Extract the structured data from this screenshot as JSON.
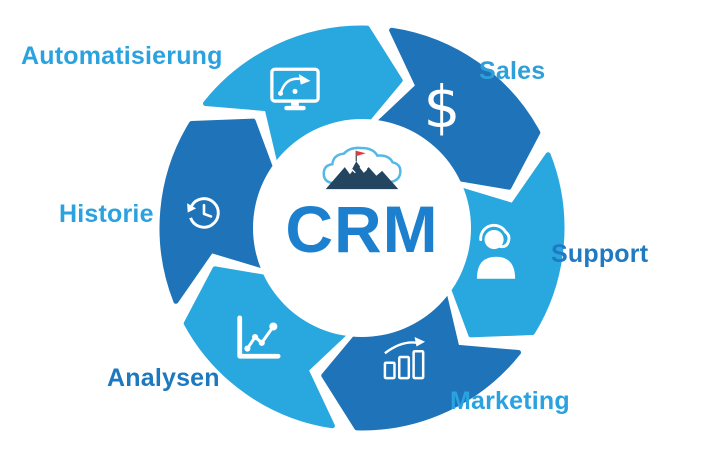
{
  "diagram": {
    "center": {
      "label": "CRM",
      "label_color": "#1C80CE",
      "logo": {
        "name": "cloud-mountain-flag-logo",
        "cloud_stroke": "#56B8E6",
        "mountain_color": "#24455F",
        "flag_color": "#E23B3F"
      }
    },
    "segments": [
      {
        "label": "Automatisierung",
        "icon": "monitor-automation-icon",
        "segment_color": "#29A8E0",
        "label_color": "#2BA2E0",
        "mid_bearing": 338
      },
      {
        "label": "Sales",
        "icon": "dollar-icon",
        "segment_color": "#1E73B9",
        "label_color": "#2E9FD9",
        "mid_bearing": 38
      },
      {
        "label": "Support",
        "icon": "support-agent-icon",
        "segment_color": "#29A8E0",
        "label_color": "#1E7AC2",
        "mid_bearing": 98
      },
      {
        "label": "Marketing",
        "icon": "growth-bars-arrow-icon",
        "segment_color": "#1E73B9",
        "label_color": "#2BA2E0",
        "mid_bearing": 158
      },
      {
        "label": "Analysen",
        "icon": "line-chart-dots-icon",
        "segment_color": "#29A8E0",
        "label_color": "#1D79BF",
        "mid_bearing": 218
      },
      {
        "label": "Historie",
        "icon": "history-clock-icon",
        "segment_color": "#1E73B9",
        "label_color": "#2BA2E0",
        "mid_bearing": 278
      }
    ],
    "icon_glyphs": {
      "dollar": "$"
    },
    "colors": {
      "light_blue": "#29A8E0",
      "dark_blue": "#1E73B9",
      "background": "#FFFFFF"
    },
    "flow_direction": "clockwise"
  }
}
